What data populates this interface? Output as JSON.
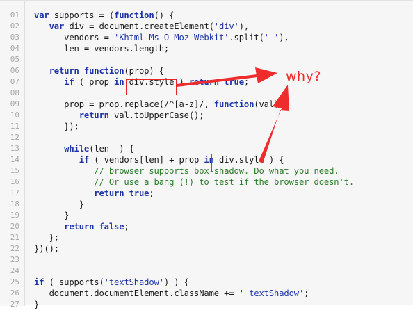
{
  "code": {
    "lines": [
      {
        "n": "01",
        "text": "var supports = (function() {"
      },
      {
        "n": "02",
        "text": "   var div = document.createElement('div'),"
      },
      {
        "n": "03",
        "text": "      vendors = 'Khtml Ms O Moz Webkit'.split(' '),"
      },
      {
        "n": "04",
        "text": "      len = vendors.length;"
      },
      {
        "n": "05",
        "text": ""
      },
      {
        "n": "06",
        "text": "   return function(prop) {"
      },
      {
        "n": "07",
        "text": "      if ( prop in div.style ) return true;"
      },
      {
        "n": "08",
        "text": ""
      },
      {
        "n": "09",
        "text": "      prop = prop.replace(/^[a-z]/, function(val) {"
      },
      {
        "n": "10",
        "text": "         return val.toUpperCase();"
      },
      {
        "n": "11",
        "text": "      });"
      },
      {
        "n": "12",
        "text": ""
      },
      {
        "n": "13",
        "text": "      while(len--) {"
      },
      {
        "n": "14",
        "text": "         if ( vendors[len] + prop in div.style ) {"
      },
      {
        "n": "15",
        "text": "            // browser supports box-shadow. Do what you need."
      },
      {
        "n": "16",
        "text": "            // Or use a bang (!) to test if the browser doesn't."
      },
      {
        "n": "17",
        "text": "            return true;"
      },
      {
        "n": "18",
        "text": "         }"
      },
      {
        "n": "19",
        "text": "      }"
      },
      {
        "n": "20",
        "text": "      return false;"
      },
      {
        "n": "21",
        "text": "   };"
      },
      {
        "n": "22",
        "text": "})();"
      },
      {
        "n": "23",
        "text": ""
      },
      {
        "n": "24",
        "text": ""
      },
      {
        "n": "25",
        "text": "if ( supports('textShadow') ) {"
      },
      {
        "n": "26",
        "text": "   document.documentElement.className += ' textShadow';"
      },
      {
        "n": "27",
        "text": "}"
      }
    ]
  },
  "annotation": {
    "label": "why?",
    "color": "#ef2c2c"
  }
}
